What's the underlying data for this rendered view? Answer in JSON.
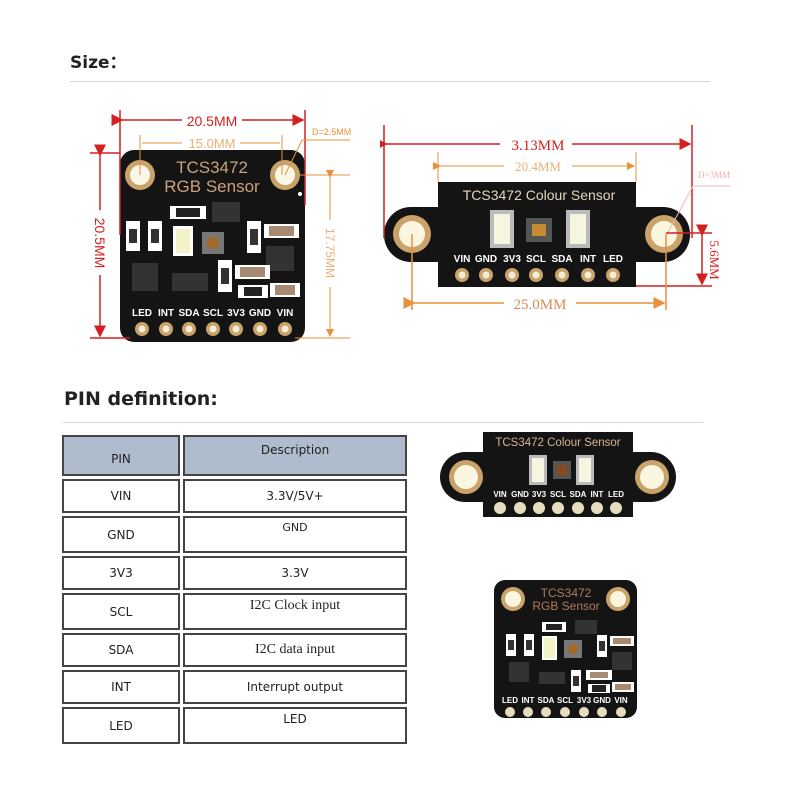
{
  "sections": {
    "size_heading": "Size：",
    "pin_heading": "PIN definition:"
  },
  "square_board": {
    "title_line1": "TCS3472",
    "title_line2": "RGB Sensor",
    "pins": [
      "LED",
      "INT",
      "SDA",
      "SCL",
      "3V3",
      "GND",
      "VIN"
    ],
    "dimensions": {
      "width": "20.5MM",
      "hole_spacing": "15.0MM",
      "hole_diameter": "D=2.5MM",
      "height": "20.5MM",
      "hole_to_pin": "17.75MM"
    }
  },
  "long_board": {
    "title": "TCS3472 Colour Sensor",
    "pins": [
      "VIN",
      "GND",
      "3V3",
      "SCL",
      "SDA",
      "INT",
      "LED"
    ],
    "dimensions": {
      "overall_width": "3.13MM",
      "body_width": "20.4MM",
      "hole_diameter": "D=3MM",
      "hole_to_edge": "5.6MM",
      "hole_spacing": "25.0MM"
    }
  },
  "pin_table": {
    "headers": [
      "PIN",
      "Description"
    ],
    "rows": [
      {
        "pin": "VIN",
        "description": "3.3V/5V+"
      },
      {
        "pin": "GND",
        "description": "GND"
      },
      {
        "pin": "3V3",
        "description": "3.3V"
      },
      {
        "pin": "SCL",
        "description": "I2C Clock input"
      },
      {
        "pin": "SDA",
        "description": "I2C data input"
      },
      {
        "pin": "INT",
        "description": "Interrupt output"
      },
      {
        "pin": "LED",
        "description": "LED"
      }
    ]
  },
  "colors": {
    "dimension_red": "#d42020",
    "dimension_orange": "#e8903a",
    "pcb_black": "#141414",
    "silk_tan": "#c9a27a",
    "table_header": "#aebccd"
  }
}
